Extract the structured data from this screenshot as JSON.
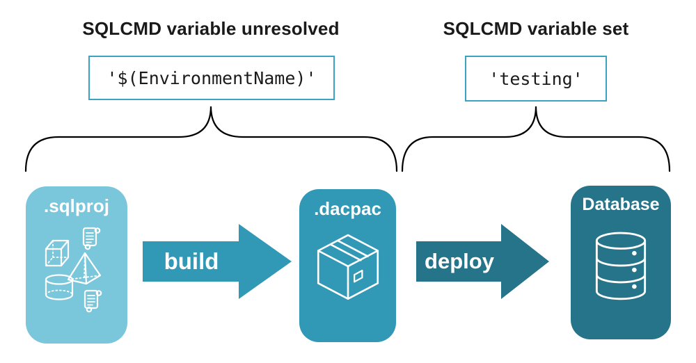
{
  "header": {
    "left_title": "SQLCMD variable unresolved",
    "right_title": "SQLCMD variable set"
  },
  "code": {
    "unresolved_value": "'$(EnvironmentName)'",
    "resolved_value": "'testing'"
  },
  "pipeline": {
    "source_label": ".sqlproj",
    "build_label": "build",
    "artifact_label": ".dacpac",
    "deploy_label": "deploy",
    "target_label": "Database"
  },
  "icons": {
    "sqlproj": "sql-objects-icon (cube, scripts, pyramid, cylinder)",
    "dacpac": "package-box-icon",
    "database": "database-cylinder-icon"
  },
  "colors": {
    "sqlproj-fill": "#7AC6DA",
    "accent-mid": "#3198B6",
    "accent-dark": "#26748A",
    "code-border": "#3BA3C1",
    "ink": "#1A1A1A",
    "brace-stroke": "#000000",
    "background": "#FFFFFF"
  }
}
